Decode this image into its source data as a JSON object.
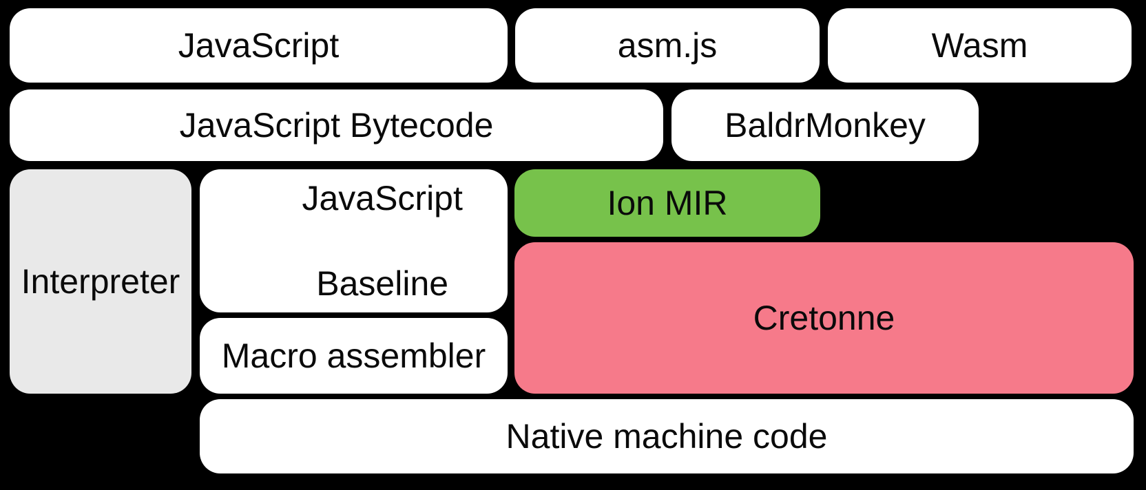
{
  "colors": {
    "background": "#000000",
    "text": "#0a0a0a",
    "white_box": "#ffffff",
    "gray_box": "#e9e9e9",
    "green_box": "#77c24b",
    "pink_box": "#f67a8a"
  },
  "boxes": {
    "javascript": {
      "label": "JavaScript",
      "fill": "#ffffff"
    },
    "asmjs": {
      "label": "asm.js",
      "fill": "#ffffff"
    },
    "wasm": {
      "label": "Wasm",
      "fill": "#ffffff"
    },
    "bytecode": {
      "label": "JavaScript Bytecode",
      "fill": "#ffffff"
    },
    "baldrmonkey": {
      "label": "BaldrMonkey",
      "fill": "#ffffff"
    },
    "interpreter": {
      "label": "Interpreter",
      "fill": "#e9e9e9"
    },
    "baseline": {
      "label": "JavaScript Baseline",
      "lines": [
        "JavaScript",
        "Baseline"
      ],
      "fill": "#ffffff"
    },
    "ion_mir": {
      "label": "Ion MIR",
      "fill": "#77c24b"
    },
    "cretonne": {
      "label": "Cretonne",
      "fill": "#f67a8a"
    },
    "macro_assembler": {
      "label": "Macro assembler",
      "fill": "#ffffff"
    },
    "native_code": {
      "label": "Native machine code",
      "fill": "#ffffff"
    }
  }
}
